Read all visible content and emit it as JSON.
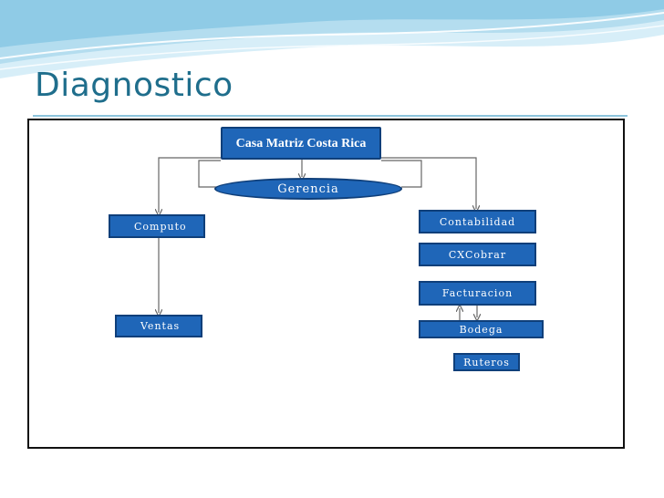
{
  "slide": {
    "title": "Diagnostico"
  },
  "diagram": {
    "root": "Casa Matriz Costa Rica",
    "center": "Gerencia",
    "left_branch": [
      "Computo",
      "Ventas"
    ],
    "right_branch": [
      "Contabilidad",
      "CXCobrar",
      "Facturacion",
      "Bodega",
      "Ruteros"
    ]
  },
  "colors": {
    "title": "#1f6e8c",
    "box_fill": "#1f66b8",
    "box_border": "#0f3f7a",
    "connector": "#666666",
    "wave_light": "#d7eef8",
    "wave_mid": "#8fcbe6"
  }
}
